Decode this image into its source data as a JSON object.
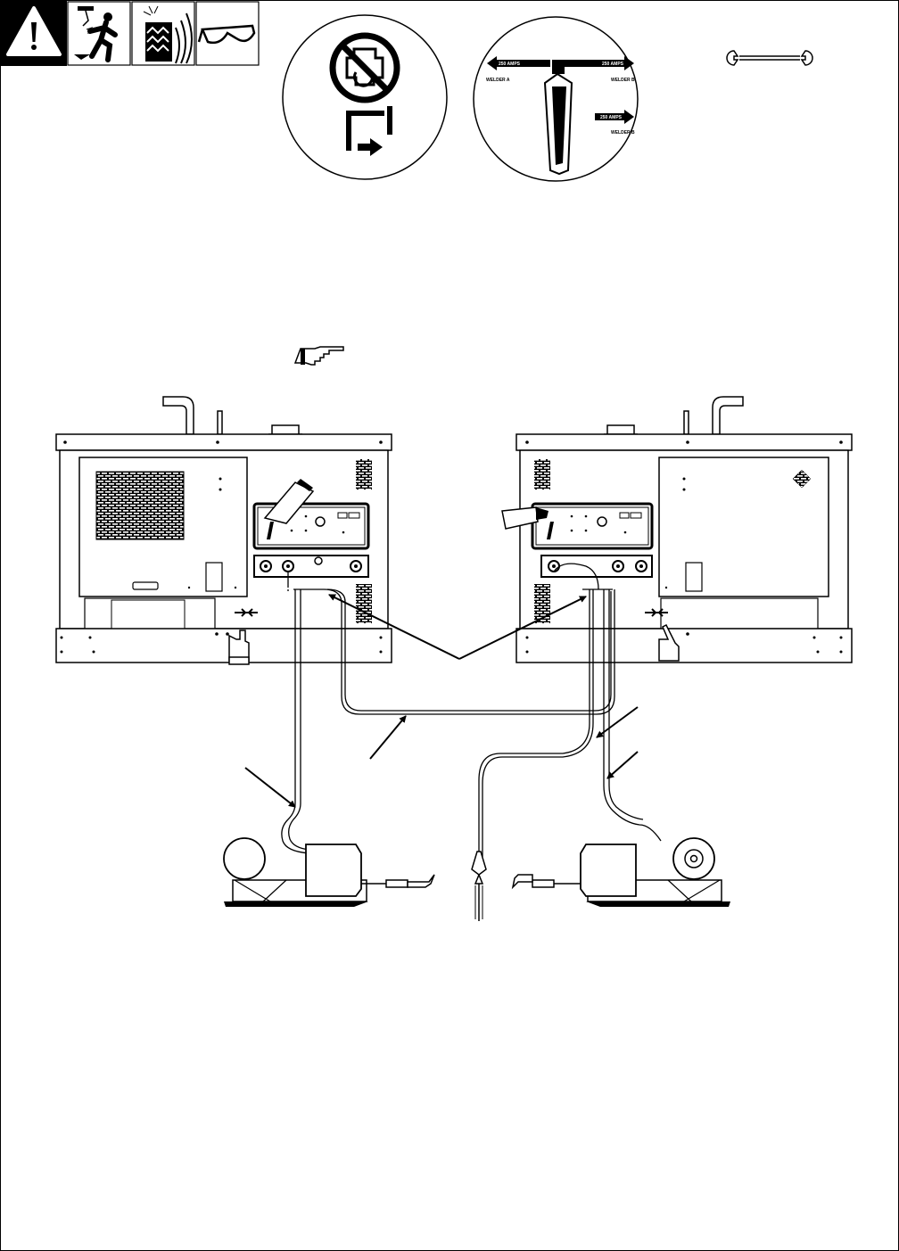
{
  "hazard_icons": [
    "warning-icon",
    "electric-shock-icon",
    "hot-parts-icon",
    "safety-glasses-icon"
  ],
  "tool_icons": [
    "wrench-icon",
    "pointing-hand-icon"
  ],
  "circle_right": {
    "left_label_amps": "250 AMPS",
    "right_label_amps": "250 AMPS",
    "left_welder": "WELDER A",
    "right_welder": "WELDER B",
    "lower_label_amps": "250 AMPS",
    "lower_welder": "WELDER B"
  },
  "colors": {
    "line": "#000000",
    "background": "#ffffff"
  }
}
